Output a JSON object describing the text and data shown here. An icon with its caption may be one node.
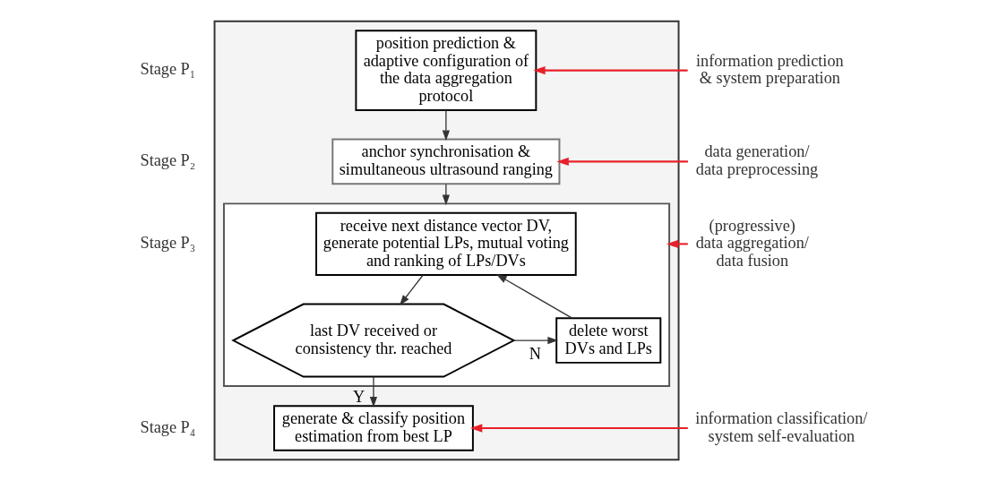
{
  "diagram": {
    "nodes": [
      {
        "text": [],
        "shape": "box"
      },
      {
        "text": [
          "position prediction & adaptive configuration of the data aggregation protocol"
        ],
        "in": 0
      },
      {
        "text": [
          "anchor synchronisation & simultaneous ultrasound ranging"
        ],
        "in": 0
      },
      {
        "text": [],
        "shape": "box",
        "in": 0
      },
      {
        "text": [
          "receive next distance vector DV, generate potential LPs, mutual voting and ranking of LPs/DVs"
        ],
        "in": 3
      },
      {
        "text": [
          "last DV received or consistency thr. reached"
        ],
        "in": 3
      },
      {
        "text": [
          "delete worst DVs and LPs"
        ],
        "in": 3
      },
      {
        "text": [
          "generate & classify position estimation from best LP"
        ],
        "in": 0
      },
      {
        "text": [
          "information prediction & system preparation"
        ]
      },
      {
        "text": [
          "data generation/ data preprocessing"
        ]
      },
      {
        "text": [
          "(progressive) data aggregation/ data fusion"
        ]
      },
      {
        "text": [
          "information classification/ system self-evaluation"
        ]
      }
    ],
    "edges": [
      {
        "from": 1,
        "to": 2,
        "arrow": "to"
      },
      {
        "from": 2,
        "to": 3,
        "arrow": "to"
      },
      {
        "from": 4,
        "to": 5,
        "arrow": "to"
      },
      {
        "from": 5,
        "to": 6,
        "arrow": "to",
        "label": "N"
      },
      {
        "from": 6,
        "to": 4,
        "arrow": "to"
      },
      {
        "from": 5,
        "to": 7,
        "arrow": "to",
        "label": "Y"
      },
      {
        "from": 8,
        "to": 1,
        "arrow": "to",
        "color": "#e8202a"
      },
      {
        "from": 9,
        "to": 2,
        "arrow": "to",
        "color": "#e8202a"
      },
      {
        "from": 10,
        "to": 3,
        "arrow": "to",
        "color": "#e8202a"
      },
      {
        "from": 11,
        "to": 7,
        "arrow": "to",
        "color": "#e8202a"
      }
    ],
    "labels": [
      "Stage P₁",
      "Stage P₂",
      "Stage P₃",
      "Stage P₄"
    ]
  }
}
